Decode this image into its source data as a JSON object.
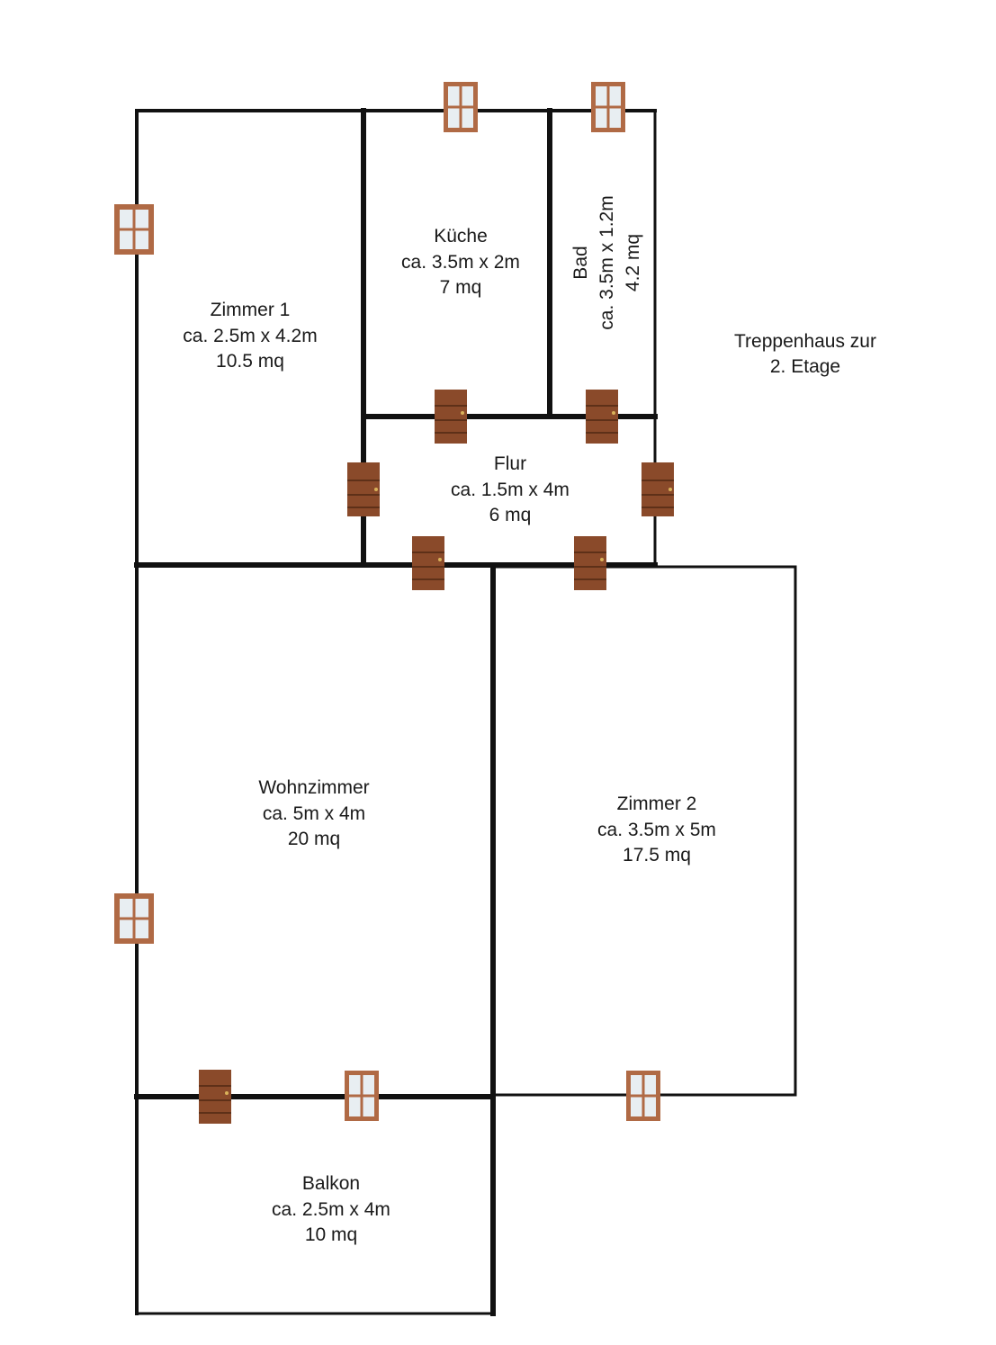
{
  "colors": {
    "wall": "#111111",
    "door": "#8a4a2a",
    "door_dark": "#6e3a20",
    "window_frame": "#b06a45",
    "window_glass": "#e8eef2",
    "text": "#1a1a1a"
  },
  "rooms": {
    "zimmer1": {
      "name": "Zimmer 1",
      "dims": "ca. 2.5m x 4.2m",
      "area": "10.5 mq"
    },
    "kueche": {
      "name": "Küche",
      "dims": "ca. 3.5m x 2m",
      "area": "7 mq"
    },
    "bad": {
      "name": "Bad",
      "dims": "ca. 3.5m x 1.2m",
      "area": "4.2 mq"
    },
    "flur": {
      "name": "Flur",
      "dims": "ca. 1.5m x 4m",
      "area": "6 mq"
    },
    "wohnzimmer": {
      "name": "Wohnzimmer",
      "dims": "ca. 5m x 4m",
      "area": "20 mq"
    },
    "zimmer2": {
      "name": "Zimmer 2",
      "dims": "ca. 3.5m x 5m",
      "area": "17.5 mq"
    },
    "balkon": {
      "name": "Balkon",
      "dims": "ca. 2.5m x 4m",
      "area": "10 mq"
    }
  },
  "stairwell": {
    "line1": "Treppenhaus zur",
    "line2": "2. Etage"
  },
  "icons": {
    "door": "door-icon",
    "window": "window-icon"
  }
}
